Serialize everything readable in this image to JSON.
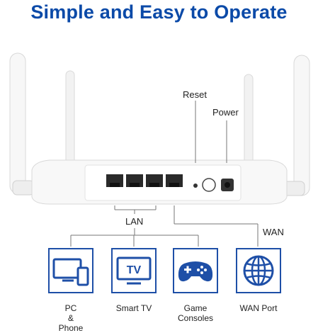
{
  "title": "Simple and Easy to Operate",
  "callouts": {
    "reset": "Reset",
    "power": "Power",
    "lan": "LAN",
    "wan": "WAN"
  },
  "devices": [
    {
      "label_line1": "PC",
      "label_line2": "&",
      "label_line3": "Phone",
      "icon": "pc-phone-icon"
    },
    {
      "label_line1": "Smart TV",
      "icon": "tv-icon"
    },
    {
      "label_line1": "Game",
      "label_line2": "Consoles",
      "icon": "gamepad-icon"
    },
    {
      "label_line1": "WAN Port",
      "icon": "globe-icon"
    }
  ],
  "tv_icon_text": "TV",
  "colors": {
    "accent": "#1e4fa7",
    "title": "#0b4aa8"
  }
}
